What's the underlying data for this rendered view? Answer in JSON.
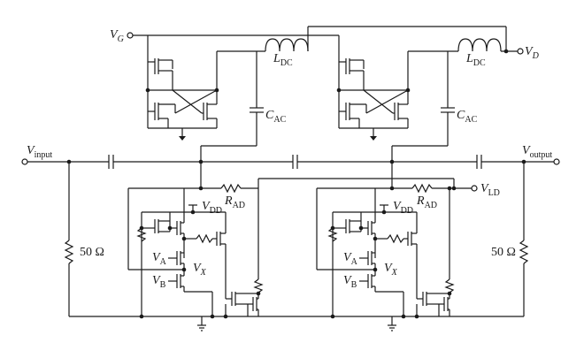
{
  "labels": {
    "vg": {
      "main": "V",
      "sub": "G"
    },
    "vd": {
      "main": "V",
      "sub": "D"
    },
    "ldc_left": {
      "main": "L",
      "sub": "DC"
    },
    "ldc_right": {
      "main": "L",
      "sub": "DC"
    },
    "cac_left": {
      "main": "C",
      "sub": "AC"
    },
    "cac_right": {
      "main": "C",
      "sub": "AC"
    },
    "vinput": {
      "main": "V",
      "sub": "input"
    },
    "voutput": {
      "main": "V",
      "sub": "output"
    },
    "rad_left": {
      "main": "R",
      "sub": "AD"
    },
    "rad_right": {
      "main": "R",
      "sub": "AD"
    },
    "vld": {
      "main": "V",
      "sub": "LD"
    },
    "vdd_left": {
      "main": "V",
      "sub": "DD"
    },
    "vdd_right": {
      "main": "V",
      "sub": "DD"
    },
    "va_left": {
      "main": "V",
      "sub": "A"
    },
    "va_right": {
      "main": "V",
      "sub": "A"
    },
    "vb_left": {
      "main": "V",
      "sub": "B"
    },
    "vb_right": {
      "main": "V",
      "sub": "B"
    },
    "vx_left": {
      "main": "V",
      "sub": "X"
    },
    "vx_right": {
      "main": "V",
      "sub": "X"
    },
    "res_left": "50 Ω",
    "res_right": "50 Ω"
  }
}
